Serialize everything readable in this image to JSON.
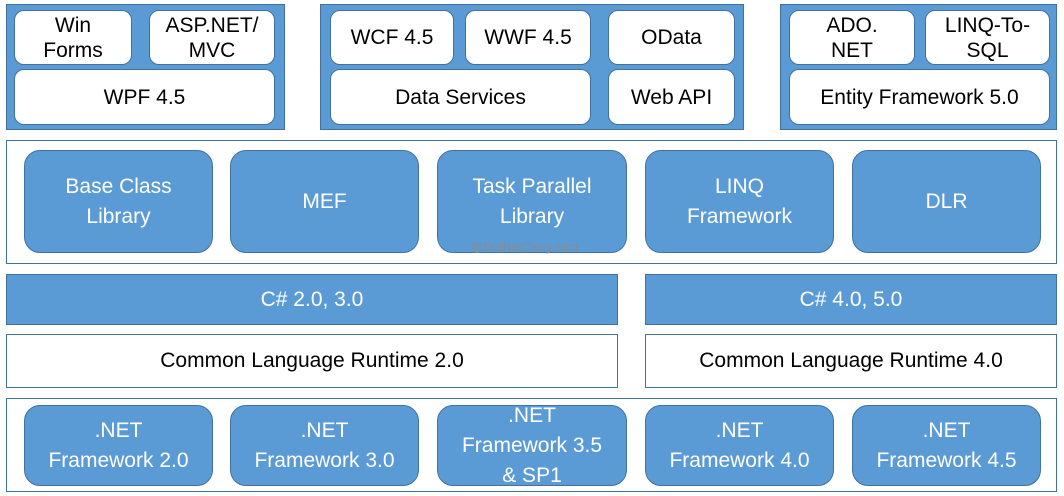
{
  "top_groups": {
    "ui": {
      "win_forms": "Win\nForms",
      "asp_net_mvc": "ASP.NET/\nMVC",
      "wpf": "WPF 4.5"
    },
    "services": {
      "wcf": "WCF 4.5",
      "wwf": "WWF 4.5",
      "odata": "OData",
      "data_services": "Data Services",
      "web_api": "Web API"
    },
    "data": {
      "ado_net": "ADO.\nNET",
      "linq_to_sql": "LINQ-To-\nSQL",
      "entity_framework": "Entity Framework 5.0"
    }
  },
  "libraries": [
    {
      "label": "Base Class\nLibrary"
    },
    {
      "label": "MEF"
    },
    {
      "label": "Task Parallel\nLibrary"
    },
    {
      "label": "LINQ\nFramework"
    },
    {
      "label": "DLR"
    }
  ],
  "watermark": "@DotNetCurry.com",
  "languages": {
    "left": "C# 2.0, 3.0",
    "right": "C# 4.0, 5.0"
  },
  "runtimes": {
    "left": "Common Language Runtime 2.0",
    "right": "Common Language Runtime 4.0"
  },
  "frameworks": [
    {
      "label": ".NET\nFramework 2.0"
    },
    {
      "label": ".NET\nFramework 3.0"
    },
    {
      "label": ".NET\nFramework 3.5\n& SP1"
    },
    {
      "label": ".NET\nFramework  4.0"
    },
    {
      "label": ".NET\nFramework  4.5"
    }
  ],
  "colors": {
    "accent": "#5b9bd5",
    "border": "#41719c",
    "text_on_accent": "#ffffff"
  }
}
